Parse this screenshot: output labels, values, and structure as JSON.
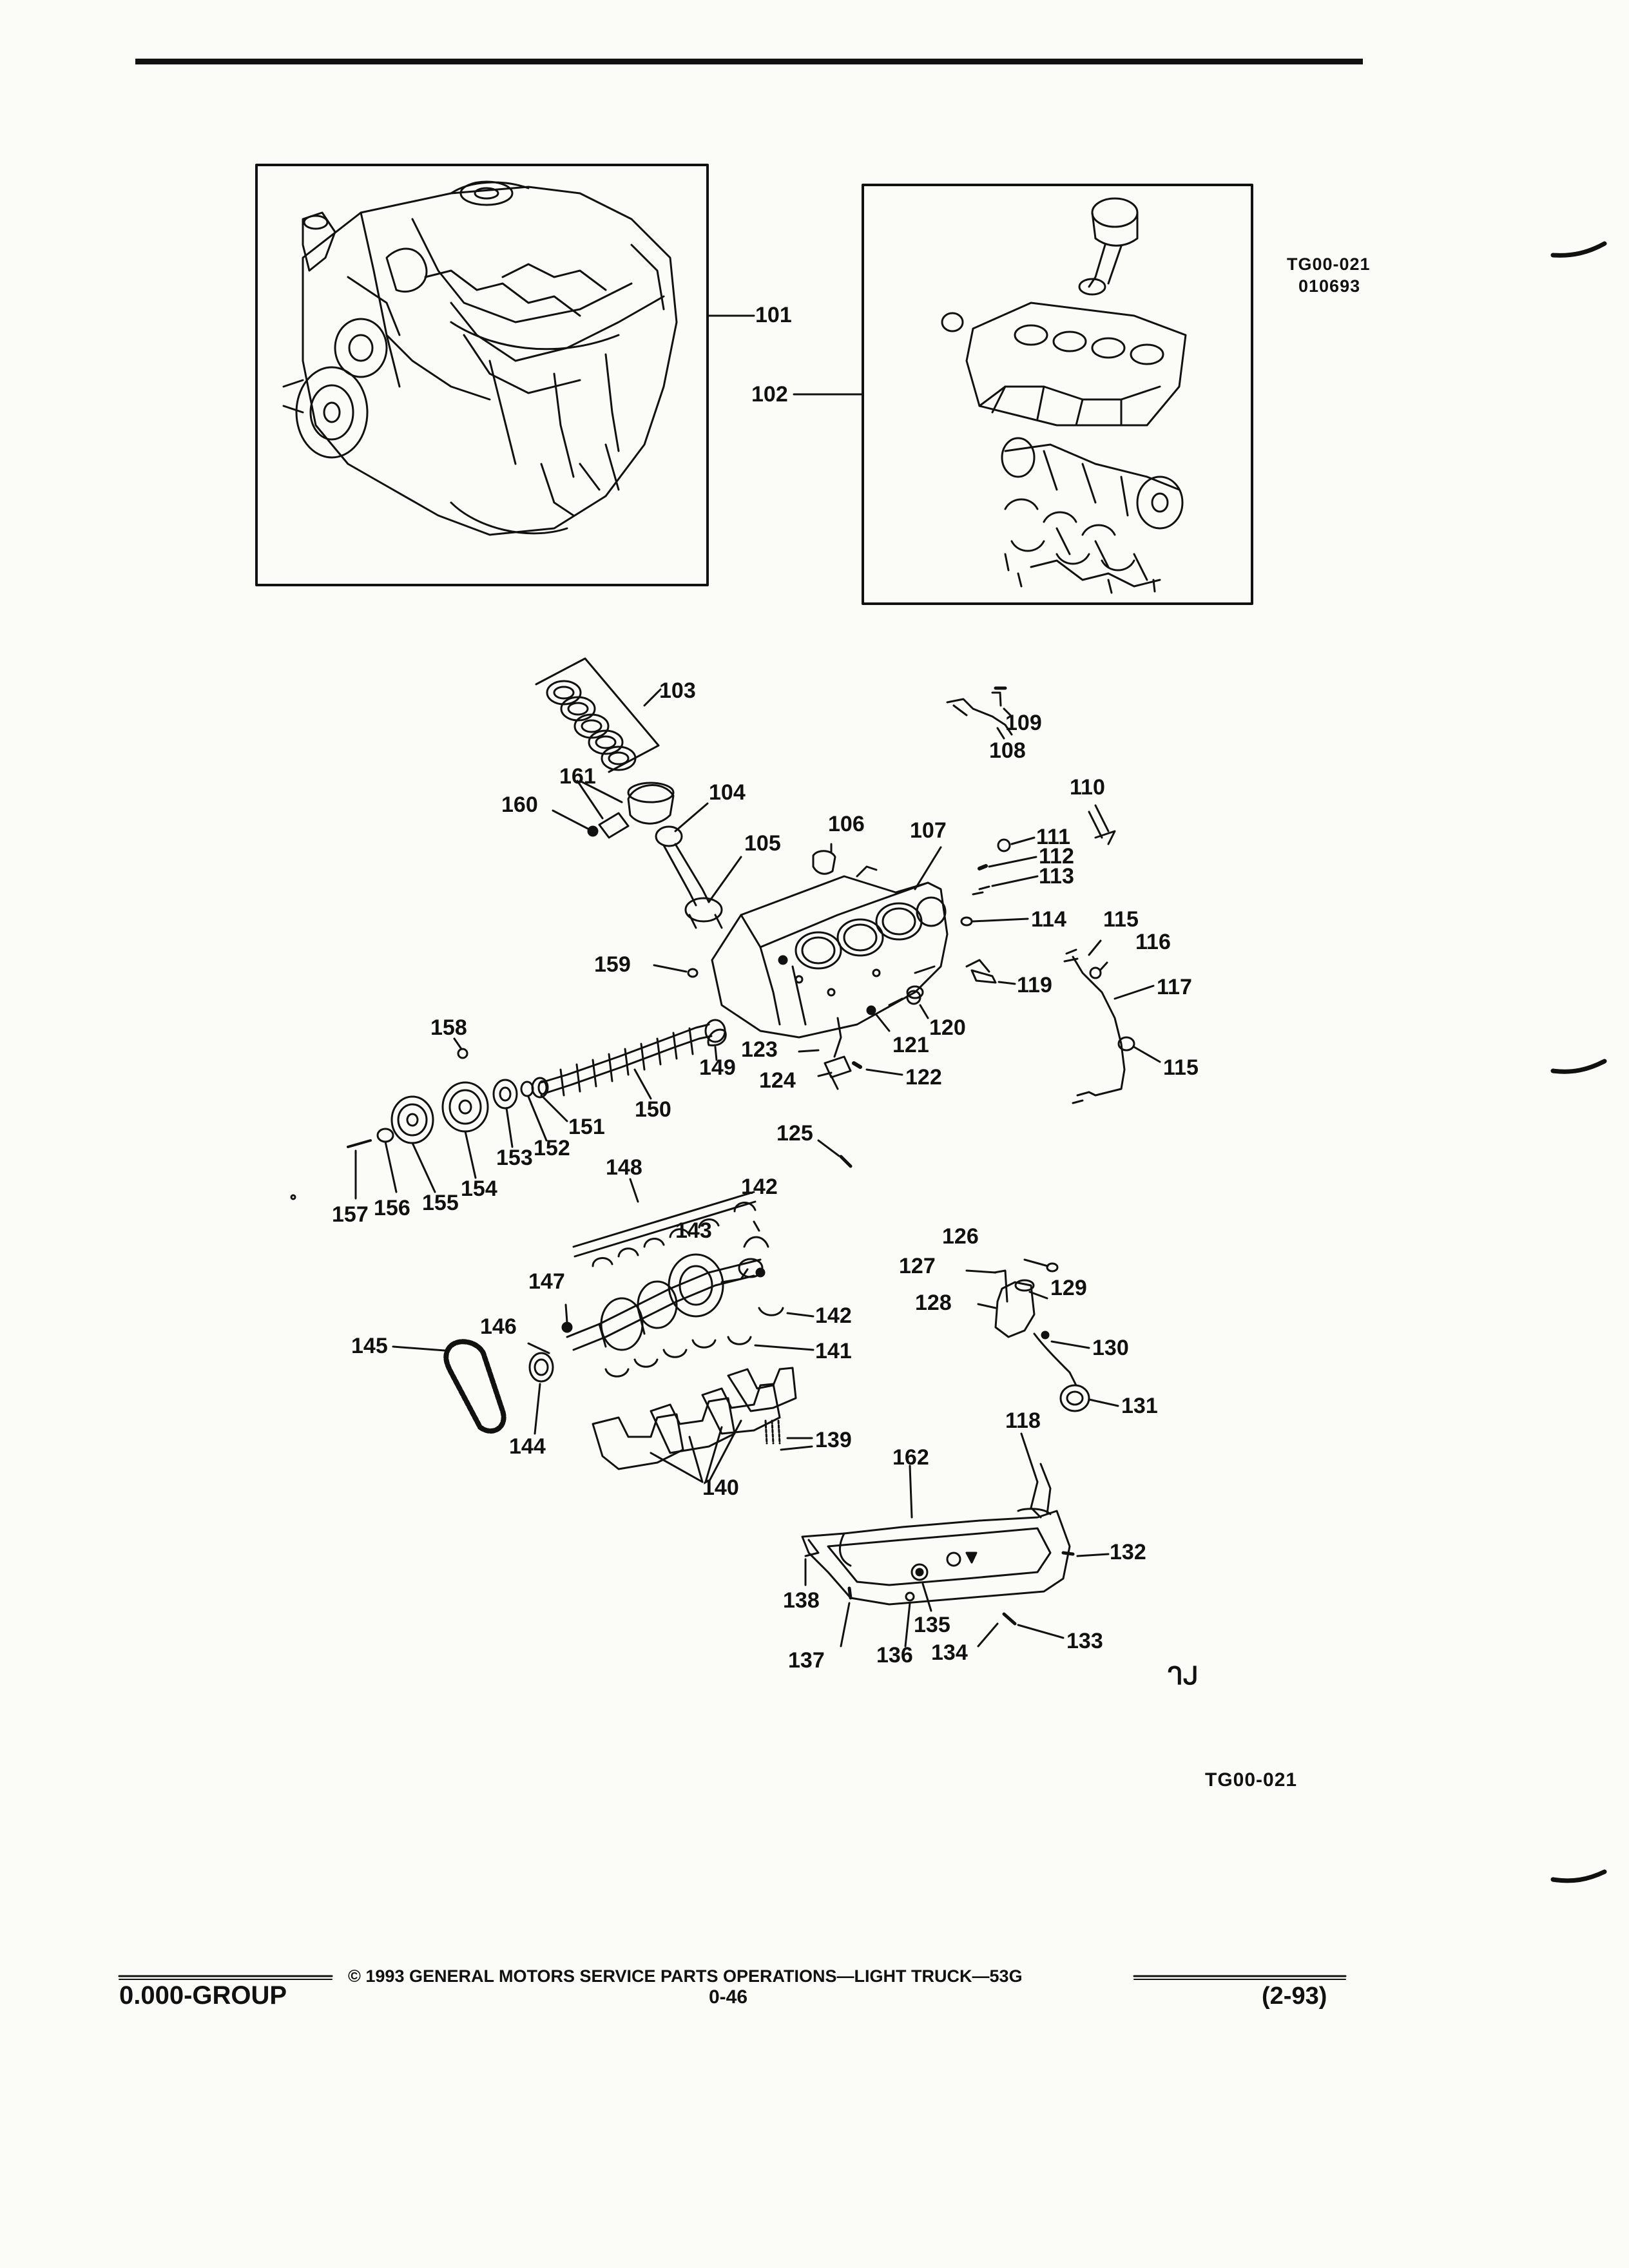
{
  "figure": {
    "code_top": "TG00-021",
    "date_code": "010693",
    "code_bottom": "TG00-021",
    "glyph": "ᒉᒍ"
  },
  "callouts": [
    {
      "id": "101",
      "text": "101"
    },
    {
      "id": "102",
      "text": "102"
    },
    {
      "id": "103",
      "text": "103"
    },
    {
      "id": "104",
      "text": "104"
    },
    {
      "id": "105",
      "text": "105"
    },
    {
      "id": "106",
      "text": "106"
    },
    {
      "id": "107",
      "text": "107"
    },
    {
      "id": "108",
      "text": "108"
    },
    {
      "id": "109",
      "text": "109"
    },
    {
      "id": "110",
      "text": "110"
    },
    {
      "id": "111",
      "text": "111"
    },
    {
      "id": "112",
      "text": "112"
    },
    {
      "id": "113",
      "text": "113"
    },
    {
      "id": "114",
      "text": "114"
    },
    {
      "id": "115a",
      "text": "115"
    },
    {
      "id": "116",
      "text": "116"
    },
    {
      "id": "117",
      "text": "117"
    },
    {
      "id": "115b",
      "text": "115"
    },
    {
      "id": "118",
      "text": "118"
    },
    {
      "id": "119",
      "text": "119"
    },
    {
      "id": "120",
      "text": "120"
    },
    {
      "id": "121",
      "text": "121"
    },
    {
      "id": "122",
      "text": "122"
    },
    {
      "id": "123",
      "text": "123"
    },
    {
      "id": "124",
      "text": "124"
    },
    {
      "id": "125",
      "text": "125"
    },
    {
      "id": "126",
      "text": "126"
    },
    {
      "id": "127",
      "text": "127"
    },
    {
      "id": "128",
      "text": "128"
    },
    {
      "id": "129",
      "text": "129"
    },
    {
      "id": "130",
      "text": "130"
    },
    {
      "id": "131",
      "text": "131"
    },
    {
      "id": "132",
      "text": "132"
    },
    {
      "id": "133",
      "text": "133"
    },
    {
      "id": "134",
      "text": "134"
    },
    {
      "id": "135",
      "text": "135"
    },
    {
      "id": "136",
      "text": "136"
    },
    {
      "id": "137",
      "text": "137"
    },
    {
      "id": "138",
      "text": "138"
    },
    {
      "id": "139",
      "text": "139"
    },
    {
      "id": "140",
      "text": "140"
    },
    {
      "id": "141",
      "text": "141"
    },
    {
      "id": "142a",
      "text": "142"
    },
    {
      "id": "142b",
      "text": "142"
    },
    {
      "id": "143",
      "text": "143"
    },
    {
      "id": "144",
      "text": "144"
    },
    {
      "id": "145",
      "text": "145"
    },
    {
      "id": "146",
      "text": "146"
    },
    {
      "id": "147",
      "text": "147"
    },
    {
      "id": "148",
      "text": "148"
    },
    {
      "id": "149",
      "text": "149"
    },
    {
      "id": "150",
      "text": "150"
    },
    {
      "id": "151",
      "text": "151"
    },
    {
      "id": "152",
      "text": "152"
    },
    {
      "id": "153",
      "text": "153"
    },
    {
      "id": "154",
      "text": "154"
    },
    {
      "id": "155",
      "text": "155"
    },
    {
      "id": "156",
      "text": "156"
    },
    {
      "id": "157",
      "text": "157"
    },
    {
      "id": "158",
      "text": "158"
    },
    {
      "id": "159",
      "text": "159"
    },
    {
      "id": "160",
      "text": "160"
    },
    {
      "id": "161",
      "text": "161"
    },
    {
      "id": "162",
      "text": "162"
    }
  ],
  "footer": {
    "copyright": "© 1993 GENERAL MOTORS SERVICE PARTS OPERATIONS—LIGHT TRUCK—53G",
    "group": "0.000-GROUP",
    "page": "0-46",
    "revision": "(2-93)"
  }
}
